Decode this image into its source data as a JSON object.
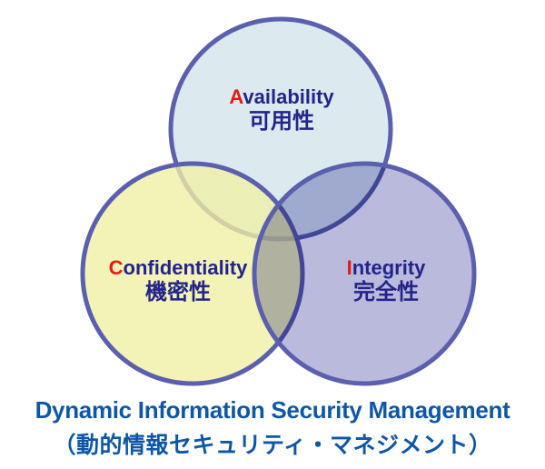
{
  "diagram": {
    "type": "venn",
    "sets": [
      {
        "id": "availability",
        "label_first_letter": "A",
        "label_rest": "vailability",
        "label_en": "Availability",
        "label_ja": "可用性",
        "fill": "#dce9ef",
        "position": "top"
      },
      {
        "id": "confidentiality",
        "label_first_letter": "C",
        "label_rest": "onfidentiality",
        "label_en": "Confidentiality",
        "label_ja": "機密性",
        "fill": "#f3f3b8",
        "position": "bottom-left"
      },
      {
        "id": "integrity",
        "label_first_letter": "I",
        "label_rest": "ntegrity",
        "label_en": "Integrity",
        "label_ja": "完全性",
        "fill": "#b9badc",
        "position": "bottom-right"
      }
    ],
    "colors": {
      "circle_border": "#5a5fae",
      "label_text": "#23238a",
      "label_accent_red": "#e8190f",
      "caption_blue": "#0e57a7",
      "background": "#ffffff"
    }
  },
  "caption": {
    "en": "Dynamic Information Security Management",
    "ja": "（動的情報セキュリティ・マネジメント）"
  }
}
